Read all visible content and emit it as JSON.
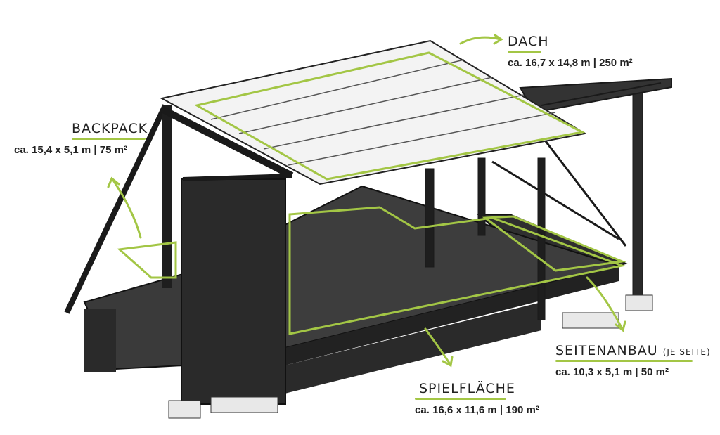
{
  "colors": {
    "accent": "#a3c645",
    "steel": "#1a1a1a",
    "deck": "#3a3a3a",
    "roof": "#f2f2f2",
    "text": "#222222"
  },
  "labels": {
    "dach": {
      "name": "DACH",
      "dims": "ca. 16,7 x 14,8 m | 250 m²"
    },
    "backpack": {
      "name": "BACKPACK",
      "dims": "ca. 15,4 x 5,1 m | 75 m²"
    },
    "seitenanbau": {
      "name": "SEITENANBAU",
      "note": "(JE SEITE)",
      "dims": "ca. 10,3 x 5,1 m | 50 m²"
    },
    "spielflaeche": {
      "name": "SPIELFLÄCHE",
      "dims": "ca. 16,6 x 11,6 m | 190 m²"
    }
  }
}
